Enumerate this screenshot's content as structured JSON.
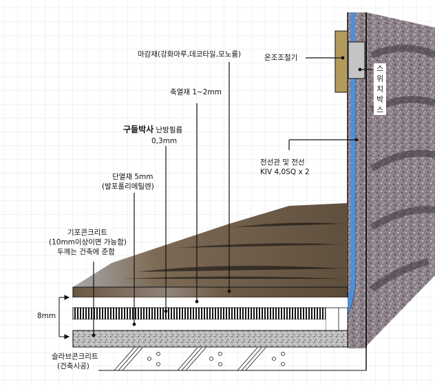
{
  "diagram": {
    "title_implied": "바닥 난방필름 시공 단면도",
    "labels": {
      "finish": "마감재(강화마루,데코타일,모노륨)",
      "heat_storage": "축열재 1~2mm",
      "film_brand": "구들박사",
      "film_name": "난방필름",
      "film_thickness": "0,3mm",
      "insulation_line1": "단열재 5mm",
      "insulation_line2": "(발포폴리에틸렌)",
      "foam_line1": "기포콘크리트",
      "foam_line2": "(10mm이상이면 가능함)",
      "foam_line3": "두께는 건축에 준함",
      "thermostat": "온조조절기",
      "switch_box_chars": [
        "스",
        "위",
        "치",
        "박",
        "스"
      ],
      "conduit_line1": "전선관 및 전선",
      "conduit_line2": "KIV 4,0SQ x 2",
      "dimension": "8mm",
      "slab_line1": "슬라브콘크리트",
      "slab_line2": "(건축시공)"
    },
    "layers_top_to_bottom": [
      "마감재 (wood floor)",
      "축열재",
      "구들박사 난방필름",
      "단열재",
      "기포콘크리트",
      "슬라브콘크리트"
    ],
    "colors": {
      "grid": "#e6e6e6",
      "wood": "#6b5a45",
      "wall_stone": "#8a8088",
      "conduit": "#4f8fd6",
      "thermostat": "#b39b5e",
      "switch_box": "#c4c4c4",
      "concrete": "#b8b8b8"
    }
  }
}
